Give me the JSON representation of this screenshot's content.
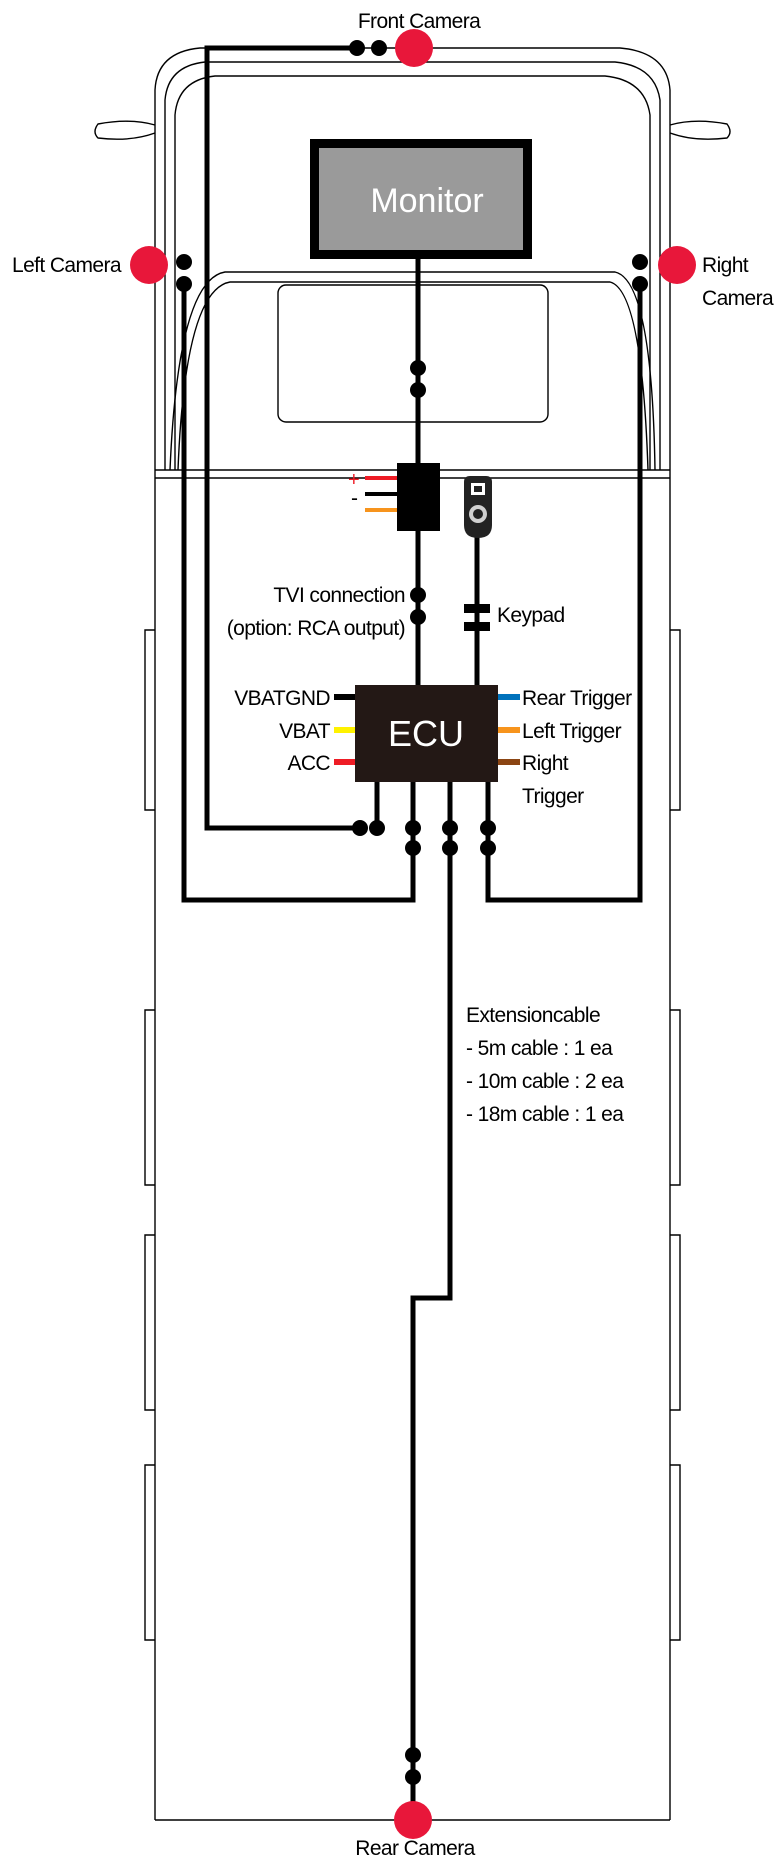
{
  "labels": {
    "front_camera": "Front Camera",
    "left_camera": "Left Camera",
    "right_camera_line1": "Right",
    "right_camera_line2": "Camera",
    "rear_camera": "Rear Camera",
    "monitor": "Monitor",
    "ecu": "ECU",
    "plus": "+",
    "minus": "-",
    "tvi_line1": "TVI connection",
    "tvi_line2": "(option: RCA output)",
    "keypad": "Keypad",
    "vbatgnd": "VBATGND",
    "vbat": "VBAT",
    "acc": "ACC",
    "rear_trigger": "Rear Trigger",
    "left_trigger": "Left Trigger",
    "right_trigger_line1": "Right",
    "right_trigger_line2": "Trigger",
    "extension_title": "Extensioncable",
    "extension_5m": "- 5m cable : 1 ea",
    "extension_10m": "- 10m cable : 2 ea",
    "extension_18m": "- 18m cable : 1 ea"
  },
  "colors": {
    "camera": "#e8173a",
    "wire": "#000000",
    "monitor_fill": "#9a9a9a",
    "ecu_fill": "#231815",
    "vbatgnd": "#000000",
    "vbat": "#fff200",
    "acc": "#ee1c25",
    "rear_trigger": "#0072bc",
    "left_trigger": "#f7941d",
    "right_trigger": "#8b4513",
    "power_plus": "#ee1c25",
    "power_mid": "#000000",
    "power_minus": "#f7941d"
  }
}
